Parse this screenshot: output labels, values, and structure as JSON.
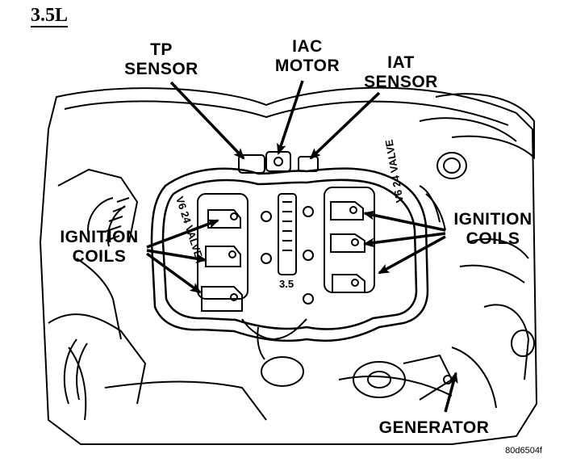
{
  "title": "3.5L",
  "figure_id": "80d6504f",
  "labels": {
    "tp_sensor": [
      "TP",
      "SENSOR"
    ],
    "iac_motor": [
      "IAC",
      "MOTOR"
    ],
    "iat_sensor": [
      "IAT",
      "SENSOR"
    ],
    "ignition_coils_left": [
      "IGNITION",
      "COILS"
    ],
    "ignition_coils_right": [
      "IGNITION",
      "COILS"
    ],
    "generator": "GENERATOR"
  },
  "engine_badge_left": "V6 24 VALVE",
  "engine_badge_right": "V6 24 VALVE",
  "engine_center_badge": "3.5"
}
